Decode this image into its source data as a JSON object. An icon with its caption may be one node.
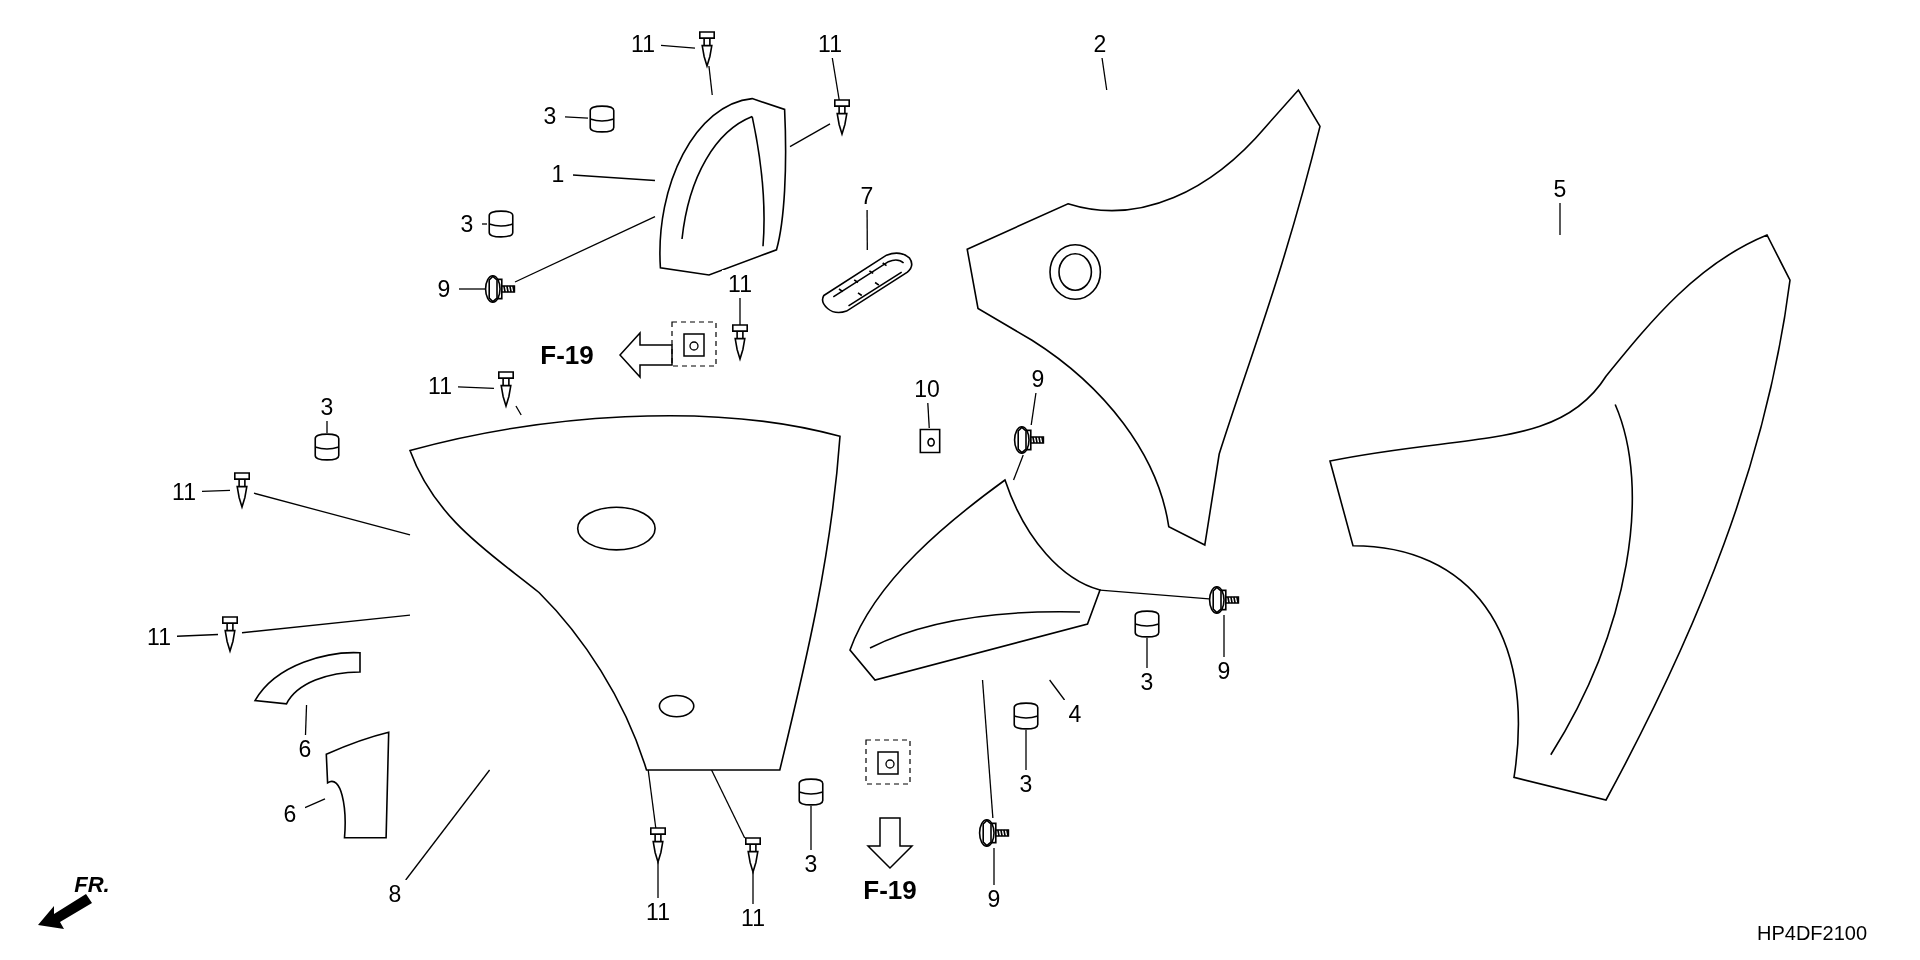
{
  "diagram": {
    "nodes": [
      {
        "text": [
          "11"
        ]
      },
      {
        "text": [],
        "shape": "picture"
      },
      {
        "text": [
          "11"
        ]
      },
      {
        "text": [],
        "shape": "picture"
      },
      {
        "text": [
          "3"
        ]
      },
      {
        "text": [],
        "shape": "picture"
      },
      {
        "text": [
          "1"
        ]
      },
      {
        "text": [],
        "shape": "picture"
      },
      {
        "text": [
          "3"
        ]
      },
      {
        "text": [],
        "shape": "picture"
      },
      {
        "text": [
          "9"
        ]
      },
      {
        "text": [],
        "shape": "picture"
      },
      {
        "text": [
          "7"
        ]
      },
      {
        "text": [],
        "shape": "picture"
      },
      {
        "text": [
          "11"
        ]
      },
      {
        "text": [],
        "shape": "picture"
      },
      {
        "text": [
          "2"
        ]
      },
      {
        "text": [],
        "shape": "picture"
      },
      {
        "text": [
          "5"
        ]
      },
      {
        "text": [],
        "shape": "picture"
      },
      {
        "text": [
          "11"
        ]
      },
      {
        "text": [],
        "shape": "picture"
      },
      {
        "text": [
          "3"
        ]
      },
      {
        "text": [],
        "shape": "picture"
      },
      {
        "text": [
          "10"
        ]
      },
      {
        "text": [],
        "shape": "picture"
      },
      {
        "text": [
          "9"
        ]
      },
      {
        "text": [],
        "shape": "picture"
      },
      {
        "text": [
          "11"
        ]
      },
      {
        "text": [],
        "shape": "picture"
      },
      {
        "text": [
          "11"
        ]
      },
      {
        "text": [],
        "shape": "picture"
      },
      {
        "text": [
          "4"
        ]
      },
      {
        "text": [],
        "shape": "picture"
      },
      {
        "text": [
          "9"
        ]
      },
      {
        "text": [],
        "shape": "picture"
      },
      {
        "text": [
          "3"
        ]
      },
      {
        "text": [],
        "shape": "picture"
      },
      {
        "text": [
          "3"
        ]
      },
      {
        "text": [],
        "shape": "picture"
      },
      {
        "text": [
          "6"
        ]
      },
      {
        "text": [],
        "shape": "picture"
      },
      {
        "text": [
          "6"
        ]
      },
      {
        "text": [],
        "shape": "picture"
      },
      {
        "text": [
          "8"
        ]
      },
      {
        "text": [],
        "shape": "picture"
      },
      {
        "text": [
          "3"
        ]
      },
      {
        "text": [],
        "shape": "picture"
      },
      {
        "text": [
          "9"
        ]
      },
      {
        "text": [],
        "shape": "picture"
      },
      {
        "text": [
          "11"
        ]
      },
      {
        "text": [],
        "shape": "picture"
      },
      {
        "text": [
          "11"
        ]
      },
      {
        "text": [],
        "shape": "picture"
      }
    ],
    "edges": [
      {
        "from": 0,
        "to": 1,
        "arrow": "none"
      },
      {
        "from": 2,
        "to": 3,
        "arrow": "none"
      },
      {
        "from": 4,
        "to": 5,
        "arrow": "none"
      },
      {
        "from": 6,
        "to": 7,
        "arrow": "none"
      },
      {
        "from": 8,
        "to": 9,
        "arrow": "none"
      },
      {
        "from": 10,
        "to": 11,
        "arrow": "none"
      },
      {
        "from": 12,
        "to": 13,
        "arrow": "none"
      },
      {
        "from": 14,
        "to": 15,
        "arrow": "none"
      },
      {
        "from": 16,
        "to": 17,
        "arrow": "none"
      },
      {
        "from": 18,
        "to": 19,
        "arrow": "none"
      },
      {
        "from": 20,
        "to": 21,
        "arrow": "none"
      },
      {
        "from": 22,
        "to": 23,
        "arrow": "none"
      },
      {
        "from": 24,
        "to": 25,
        "arrow": "none"
      },
      {
        "from": 26,
        "to": 27,
        "arrow": "none"
      },
      {
        "from": 28,
        "to": 29,
        "arrow": "none"
      },
      {
        "from": 30,
        "to": 31,
        "arrow": "none"
      },
      {
        "from": 32,
        "to": 33,
        "arrow": "none"
      },
      {
        "from": 34,
        "to": 35,
        "arrow": "none"
      },
      {
        "from": 36,
        "to": 37,
        "arrow": "none"
      },
      {
        "from": 38,
        "to": 39,
        "arrow": "none"
      },
      {
        "from": 40,
        "to": 41,
        "arrow": "none"
      },
      {
        "from": 42,
        "to": 43,
        "arrow": "none"
      },
      {
        "from": 44,
        "to": 45,
        "arrow": "none"
      },
      {
        "from": 46,
        "to": 47,
        "arrow": "none"
      },
      {
        "from": 48,
        "to": 49,
        "arrow": "none"
      },
      {
        "from": 50,
        "to": 51,
        "arrow": "none"
      },
      {
        "from": 52,
        "to": 53,
        "arrow": "none"
      },
      {
        "from": 1,
        "to": 7,
        "arrow": "none"
      },
      {
        "from": 3,
        "to": 7,
        "arrow": "none"
      },
      {
        "from": 11,
        "to": 7,
        "arrow": "none"
      },
      {
        "from": 21,
        "to": 45,
        "arrow": "none"
      },
      {
        "from": 29,
        "to": 45,
        "arrow": "none"
      },
      {
        "from": 31,
        "to": 45,
        "arrow": "none"
      },
      {
        "from": 51,
        "to": 45,
        "arrow": "none"
      },
      {
        "from": 53,
        "to": 45,
        "arrow": "none"
      },
      {
        "from": 27,
        "to": 33,
        "arrow": "none"
      },
      {
        "from": 35,
        "to": 33,
        "arrow": "none"
      },
      {
        "from": 49,
        "to": 33,
        "arrow": "none"
      }
    ],
    "labels": [
      "F-19",
      "F-19",
      "FR.",
      "HP4DF2100"
    ]
  }
}
